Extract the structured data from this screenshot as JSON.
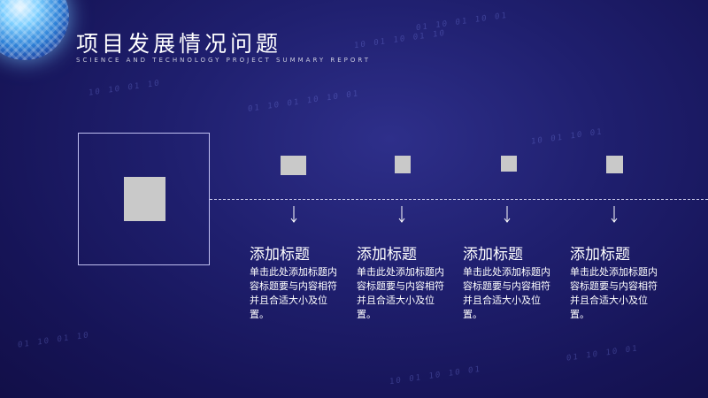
{
  "header": {
    "title": "项目发展情况问题",
    "subtitle": "SCIENCE AND TECHNOLOGY PROJECT SUMMARY REPORT"
  },
  "background": {
    "binary_text": [
      "10 01 10 01 10",
      "01 10 01 10 01",
      "10 10 01 10",
      "01 10 01 10 10 01",
      "10 01 10 01",
      "01 10 10 01",
      "10 01 10 10 01",
      "01 10 01 10"
    ]
  },
  "steps": [
    {
      "heading": "添加标题",
      "desc": "单击此处添加标题内容标题要与内容相符并且合适大小及位置。"
    },
    {
      "heading": "添加标题",
      "desc": "单击此处添加标题内容标题要与内容相符并且合适大小及位置。"
    },
    {
      "heading": "添加标题",
      "desc": "单击此处添加标题内容标题要与内容相符并且合适大小及位置。"
    },
    {
      "heading": "添加标题",
      "desc": "单击此处添加标题内容标题要与内容相符并且合适大小及位置。"
    }
  ],
  "colors": {
    "background": "#1f1f6e",
    "placeholder": "#c9c9c9",
    "text": "#ffffff"
  }
}
